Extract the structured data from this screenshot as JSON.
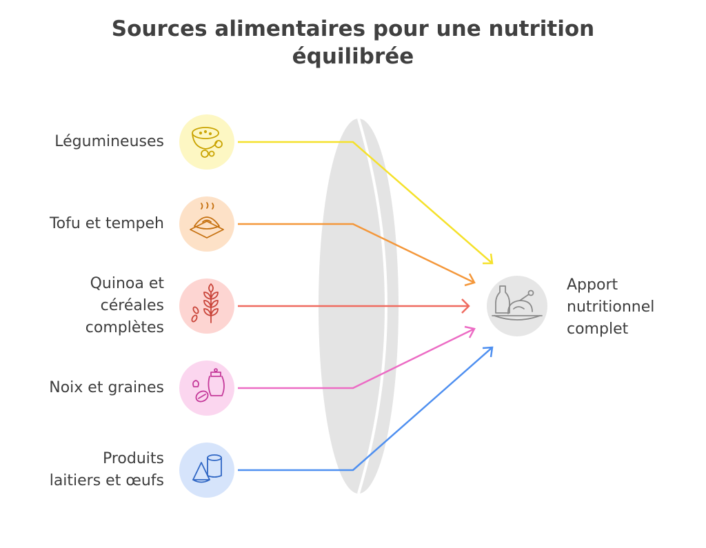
{
  "title": {
    "line1": "Sources alimentaires pour une nutrition",
    "line2": "équilibrée"
  },
  "sources": [
    {
      "lines": [
        "Légumineuses"
      ],
      "color": "#f5e12a",
      "bg": "#fdf7c3",
      "icon": "bean-bowl-icon"
    },
    {
      "lines": [
        "Tofu et tempeh"
      ],
      "color": "#f4973a",
      "bg": "#fde1c7",
      "icon": "tofu-icon"
    },
    {
      "lines": [
        "Quinoa et",
        "céréales",
        "complètes"
      ],
      "color": "#ef6a5f",
      "bg": "#fdd5d2",
      "icon": "wheat-icon"
    },
    {
      "lines": [
        "Noix et graines"
      ],
      "color": "#ec6bc4",
      "bg": "#fbd6ef",
      "icon": "nuts-icon"
    },
    {
      "lines": [
        "Produits",
        "laitiers et œufs"
      ],
      "color": "#4e8ff0",
      "bg": "#d6e4fb",
      "icon": "dairy-icon"
    }
  ],
  "target": {
    "lines": [
      "Apport",
      "nutritionnel",
      "complet"
    ],
    "bg": "#e6e6e6",
    "icon": "meal-icon"
  },
  "lens_color": "#e4e4e4"
}
